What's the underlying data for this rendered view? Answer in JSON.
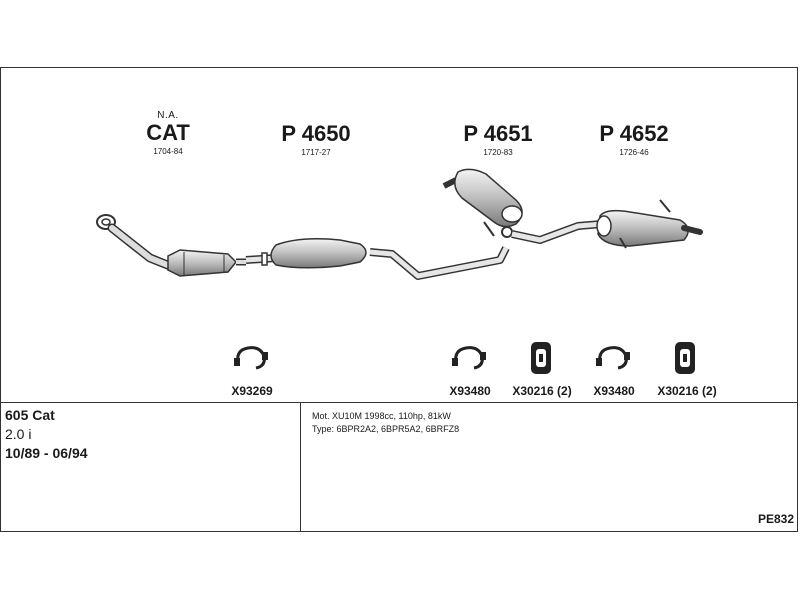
{
  "parts": [
    {
      "note": "N.A.",
      "code": "CAT",
      "range": "1704-84"
    },
    {
      "note": "",
      "code": "P 4650",
      "range": "1717-27"
    },
    {
      "note": "",
      "code": "P 4651",
      "range": "1720-83"
    },
    {
      "note": "",
      "code": "P 4652",
      "range": "1726-46"
    }
  ],
  "accessories": [
    {
      "code": "X93269",
      "icon": "clamp-icon"
    },
    {
      "code": "X93480",
      "icon": "clamp-icon"
    },
    {
      "code": "X30216 (2)",
      "icon": "rubber-mount-icon"
    },
    {
      "code": "X93480",
      "icon": "clamp-icon"
    },
    {
      "code": "X30216 (2)",
      "icon": "rubber-mount-icon"
    }
  ],
  "vehicle": {
    "model": "605 Cat",
    "engine": "2.0 i",
    "years": "10/89 - 06/94"
  },
  "specs": {
    "motor": "Mot. XU10M 1998cc, 110hp, 81kW",
    "type": "Type: 6BPR2A2, 6BPR5A2, 6BRFZ8"
  },
  "reference": "PE832"
}
